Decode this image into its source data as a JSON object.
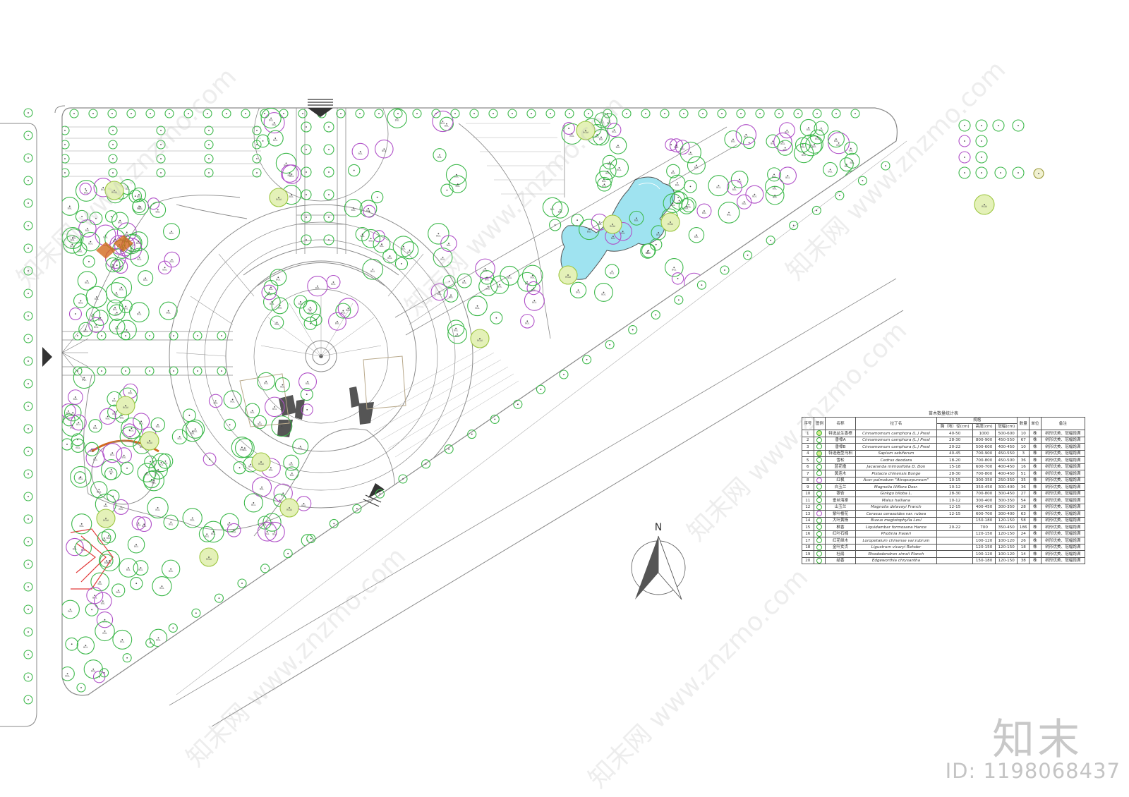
{
  "plan": {
    "north_label": "N",
    "tree_labels": {
      "canopy_green": "BGL",
      "feature_yellow": "RGAI",
      "ornamental_purple": "BGL"
    },
    "colors": {
      "tree": "#3cb84a",
      "flower_tree": "#b050c8",
      "feature_tree": "#b8d848",
      "water": "#9fe3f0",
      "pavilion": "#d2691e",
      "red_structure": "#e23b3b",
      "line": "#8a8a8a"
    }
  },
  "table": {
    "title": "苗木数量统计表",
    "headers": {
      "no": "序号",
      "legend": "图例",
      "name": "名称",
      "latin": "拉丁名",
      "spec": "规格",
      "dbh": "胸（地）径(cm)",
      "height": "高度(cm)",
      "crown": "冠幅(cm)",
      "qty": "数量",
      "unit": "单位",
      "note": "备注"
    },
    "rows": [
      {
        "no": "1",
        "name": "特选丛生香樟",
        "latin": "Cinnamomum camphora (L.) Presl",
        "dbh": "40-50",
        "height": "1000",
        "crown": "500-600",
        "qty": "10",
        "unit": "株",
        "note": "树形优美、冠幅饱满"
      },
      {
        "no": "2",
        "name": "香樟A",
        "latin": "Cinnamomum camphora (L.) Presl",
        "dbh": "28-30",
        "height": "800-900",
        "crown": "450-550",
        "qty": "67",
        "unit": "株",
        "note": "树形优美、冠幅饱满"
      },
      {
        "no": "3",
        "name": "香樟B",
        "latin": "Cinnamomum camphora (L.) Presl",
        "dbh": "20-22",
        "height": "500-600",
        "crown": "400-450",
        "qty": "10",
        "unit": "株",
        "note": "树形优美、冠幅饱满"
      },
      {
        "no": "4",
        "name": "特选造型乌桕",
        "latin": "Sapium sebiferum",
        "dbh": "40-45",
        "height": "700-900",
        "crown": "450-550",
        "qty": "3",
        "unit": "株",
        "note": "树形优美、冠幅饱满"
      },
      {
        "no": "5",
        "name": "雪松",
        "latin": "Cedrus deodara",
        "dbh": "18-20",
        "height": "700-800",
        "crown": "450-500",
        "qty": "36",
        "unit": "株",
        "note": "树形优美、冠幅饱满"
      },
      {
        "no": "6",
        "name": "蓝花楹",
        "latin": "Jacaranda mimosifolia D. Don",
        "dbh": "15-18",
        "height": "600-700",
        "crown": "400-450",
        "qty": "16",
        "unit": "株",
        "note": "树形优美、冠幅饱满"
      },
      {
        "no": "7",
        "name": "黄连木",
        "latin": "Pistacia chinensis Bunge",
        "dbh": "28-30",
        "height": "700-800",
        "crown": "400-450",
        "qty": "51",
        "unit": "株",
        "note": "树形优美、冠幅饱满"
      },
      {
        "no": "8",
        "name": "红枫",
        "latin": "Acer palmatum \"Atropurpureum\"",
        "dbh": "10-15",
        "height": "300-350",
        "crown": "250-350",
        "qty": "35",
        "unit": "株",
        "note": "树形优美、冠幅饱满"
      },
      {
        "no": "9",
        "name": "白玉兰",
        "latin": "Magnolia liliflora Desr.",
        "dbh": "10-12",
        "height": "350-450",
        "crown": "300-400",
        "qty": "36",
        "unit": "株",
        "note": "树形优美、冠幅饱满"
      },
      {
        "no": "10",
        "name": "银杏",
        "latin": "Ginkgo biloba L.",
        "dbh": "28-30",
        "height": "700-800",
        "crown": "300-450",
        "qty": "27",
        "unit": "株",
        "note": "树形优美、冠幅饱满"
      },
      {
        "no": "11",
        "name": "垂丝海棠",
        "latin": "Malus halliana",
        "dbh": "10-12",
        "height": "300-400",
        "crown": "300-350",
        "qty": "54",
        "unit": "株",
        "note": "树形优美、冠幅饱满"
      },
      {
        "no": "12",
        "name": "山玉兰",
        "latin": "Magnolia delavayi Franch",
        "dbh": "12-15",
        "height": "400-450",
        "crown": "300-350",
        "qty": "28",
        "unit": "株",
        "note": "树形优美、冠幅饱满"
      },
      {
        "no": "13",
        "name": "紫叶樱花",
        "latin": "Cerasus cerasoides var. rubea",
        "dbh": "12-15",
        "height": "600-700",
        "crown": "300-400",
        "qty": "63",
        "unit": "株",
        "note": "树形优美、冠幅饱满"
      },
      {
        "no": "14",
        "name": "大叶黄杨",
        "latin": "Buxus megistophylla Levl",
        "dbh": "",
        "height": "150-180",
        "crown": "120-150",
        "qty": "58",
        "unit": "株",
        "note": "树形优美、冠幅饱满"
      },
      {
        "no": "15",
        "name": "枫香",
        "latin": "Liquidambar formosana Hance",
        "dbh": "20-22",
        "height": "700",
        "crown": "350-450",
        "qty": "186",
        "unit": "株",
        "note": "树形优美、冠幅饱满"
      },
      {
        "no": "16",
        "name": "红叶石楠",
        "latin": "Photinia fraseri",
        "dbh": "",
        "height": "120-150",
        "crown": "120-150",
        "qty": "24",
        "unit": "株",
        "note": "树形优美、冠幅饱满"
      },
      {
        "no": "17",
        "name": "红花继木",
        "latin": "Loropetalum chinense var.rubrum",
        "dbh": "",
        "height": "100-120",
        "crown": "100-120",
        "qty": "26",
        "unit": "株",
        "note": "树形优美、冠幅饱满"
      },
      {
        "no": "18",
        "name": "金叶女贞",
        "latin": "Ligustrum vicaryi Rehder",
        "dbh": "",
        "height": "120-150",
        "crown": "120-150",
        "qty": "18",
        "unit": "株",
        "note": "树形优美、冠幅饱满"
      },
      {
        "no": "19",
        "name": "杜鹃",
        "latin": "Rhododendron simsii Planch",
        "dbh": "",
        "height": "100-120",
        "crown": "100-120",
        "qty": "14",
        "unit": "株",
        "note": "树形优美、冠幅饱满"
      },
      {
        "no": "20",
        "name": "结香",
        "latin": "Edgeworthia chrysantha",
        "dbh": "",
        "height": "150-180",
        "crown": "120-150",
        "qty": "38",
        "unit": "株",
        "note": "树形优美、冠幅饱满"
      }
    ]
  },
  "watermark": {
    "logo": "知末",
    "id": "ID: 1198068437",
    "diagonal": "知末网 www.znzmo.com"
  }
}
